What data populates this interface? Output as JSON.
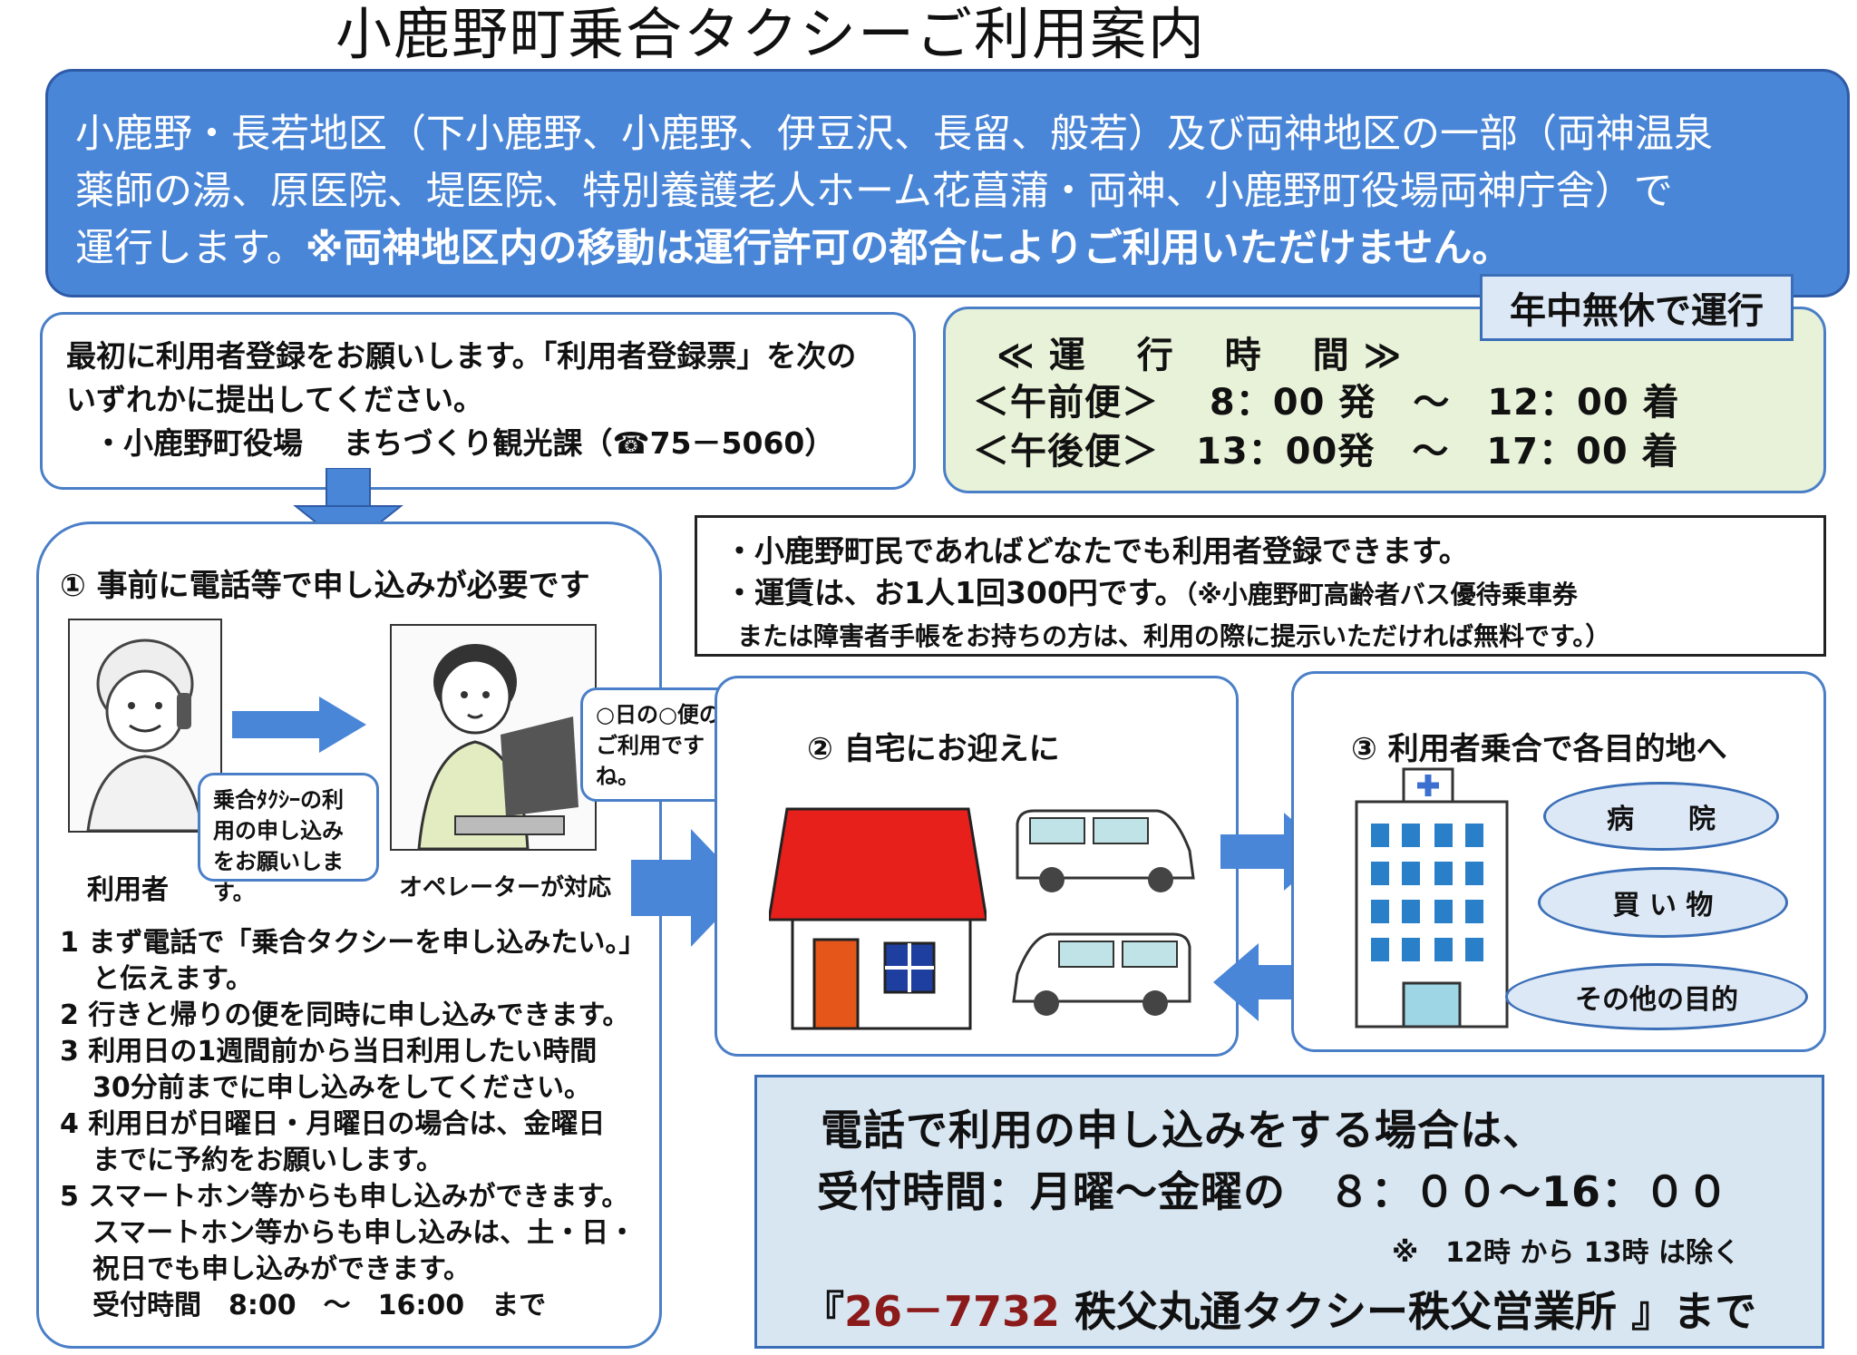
{
  "title": "小鹿野町乗合タクシーご利用案内",
  "banner": {
    "line1": "小鹿野・長若地区（下小鹿野、小鹿野、伊豆沢、長留、般若）及び両神地区の一部（両神温泉",
    "line2": "薬師の湯、原医院、堤医院、特別養護老人ホーム花菖蒲・両神、小鹿野町役場両神庁舎）で",
    "line3_normal": "運行します。",
    "line3_bold": "※両神地区内の移動は運行許可の都合によりご利用いただけません。"
  },
  "registration": {
    "line1": "最初に利用者登録をお願いします。「利用者登録票」を次の",
    "line2": "いずれかに提出してください。",
    "line3": "・小鹿野町役場　 まちづくり観光課（☎75－5060）"
  },
  "hours": {
    "badge": "年中無休で運行",
    "heading": "≪ 運　 行　 時　 間 ≫",
    "am": "＜午前便＞　 8：00 発　～　12：00 着",
    "pm": "＜午後便＞　13：00発　～　17：00 着"
  },
  "info": {
    "line1": "・小鹿野町民であればどなたでも利用者登録できます。",
    "line2_main": "・運賃は、お1人1回300円です。",
    "line2_note": "（※小鹿野町高齢者バス優待乗車券",
    "line3": "または障害者手帳をお持ちの方は、利用の際に提示いただければ無料です。）"
  },
  "step1": {
    "heading": "① 事前に電話等で申し込みが必要です",
    "user_label": "利用者",
    "operator_label": "オペレーターが対応",
    "user_bubble": "乗合ﾀｸｼｰの利用の申し込みをお願いします。",
    "operator_bubble": "○日の○便のご利用ですね。",
    "items": [
      {
        "n": "1",
        "text": "まず電話で「乗合タクシーを申し込みたい。」",
        "cont": [
          "と伝えます。"
        ]
      },
      {
        "n": "2",
        "text": "行きと帰りの便を同時に申し込みできます。",
        "cont": []
      },
      {
        "n": "3",
        "text": "利用日の1週間前から当日利用したい時間",
        "cont": [
          "30分前までに申し込みをしてください。"
        ]
      },
      {
        "n": "4",
        "text": "利用日が日曜日・月曜日の場合は、金曜日",
        "cont": [
          "までに予約をお願いします。"
        ]
      },
      {
        "n": "5",
        "text": "スマートホン等からも申し込みができます。",
        "cont": [
          "スマートホン等からも申し込みは、土・日・",
          "祝日でも申し込みができます。",
          "受付時間　8:00　～　16:00　まで"
        ]
      }
    ]
  },
  "step2": {
    "heading": "② 自宅にお迎えに"
  },
  "step3": {
    "heading": "③ 利用者乗合で各目的地へ",
    "destinations": [
      "病　　院",
      "買 い 物",
      "その他の目的"
    ]
  },
  "phone": {
    "line1": "電話で利用の申し込みをする場合は、",
    "line2": "受付時間：月曜～金曜の　８：００～16：００",
    "note": "※　12時 から 13時 は除く",
    "open": "『",
    "number": "26－7732",
    "company": " 秩父丸通タクシー秩父営業所 』まで"
  },
  "colors": {
    "banner": "#4a86d8",
    "accent_number": "#8b1a1a",
    "roof": "#e8201c"
  }
}
